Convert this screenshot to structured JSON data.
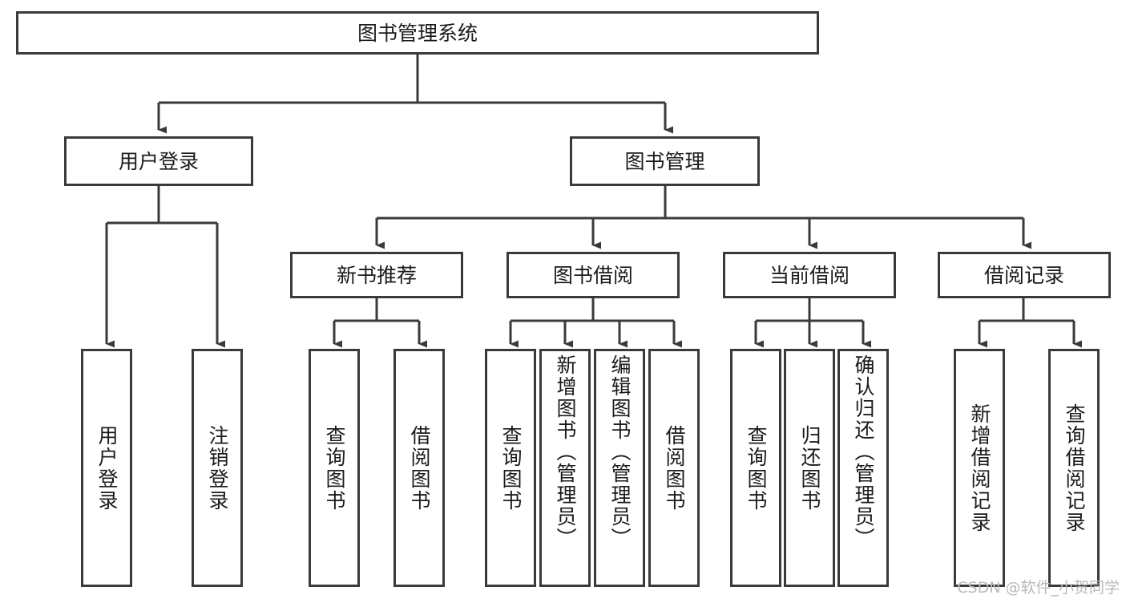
{
  "diagram": {
    "type": "tree-hierarchy",
    "title": "图书管理系统",
    "watermark": "CSDN @软件_小贺同学",
    "colors": {
      "box_border": "#3a3a3a",
      "box_fill": "#ffffff",
      "connector": "#3a3a3a",
      "text": "#1b1b1b",
      "watermark": "#b9b9b9"
    },
    "nodes": {
      "root": {
        "label": "图书管理系统"
      },
      "level2": [
        {
          "label": "用户登录"
        },
        {
          "label": "图书管理"
        }
      ],
      "level3": [
        {
          "label": "新书推荐"
        },
        {
          "label": "图书借阅"
        },
        {
          "label": "当前借阅"
        },
        {
          "label": "借阅记录"
        }
      ],
      "leaves": {
        "user_login": [
          {
            "label": "用户登录"
          },
          {
            "label": "注销登录"
          }
        ],
        "new_book_recommend": [
          {
            "label": "查询图书"
          },
          {
            "label": "借阅图书"
          }
        ],
        "book_borrow": [
          {
            "label": "查询图书"
          },
          {
            "label": "新增图书（管理员）"
          },
          {
            "label": "编辑图书（管理员）"
          },
          {
            "label": "借阅图书"
          }
        ],
        "current_borrow": [
          {
            "label": "查询图书"
          },
          {
            "label": "归还图书"
          },
          {
            "label": "确认归还（管理员）"
          }
        ],
        "borrow_record": [
          {
            "label": "新增借阅记录"
          },
          {
            "label": "查询借阅记录"
          }
        ]
      }
    }
  }
}
